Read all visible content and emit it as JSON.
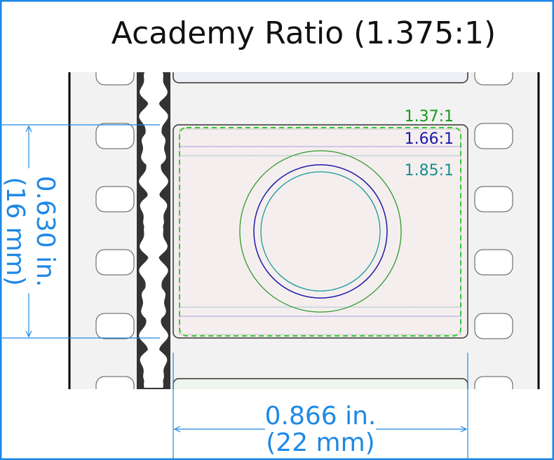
{
  "title": "Academy Ratio (1.375:1)",
  "ratios": [
    {
      "label": "1.37:1",
      "color": "#1a9a1a"
    },
    {
      "label": "1.66:1",
      "color": "#1a1aa8"
    },
    {
      "label": "1.85:1",
      "color": "#1a8f8f"
    }
  ],
  "height_dimension": {
    "inches": "0.630 in.",
    "mm": "(16 mm)"
  },
  "width_dimension": {
    "inches": "0.866 in.",
    "mm": "(22 mm)"
  },
  "colors": {
    "dimension": "#1e88e5",
    "film": "#f2f2f2",
    "frame": "#f5eeee",
    "soundtrack": "#333333"
  }
}
